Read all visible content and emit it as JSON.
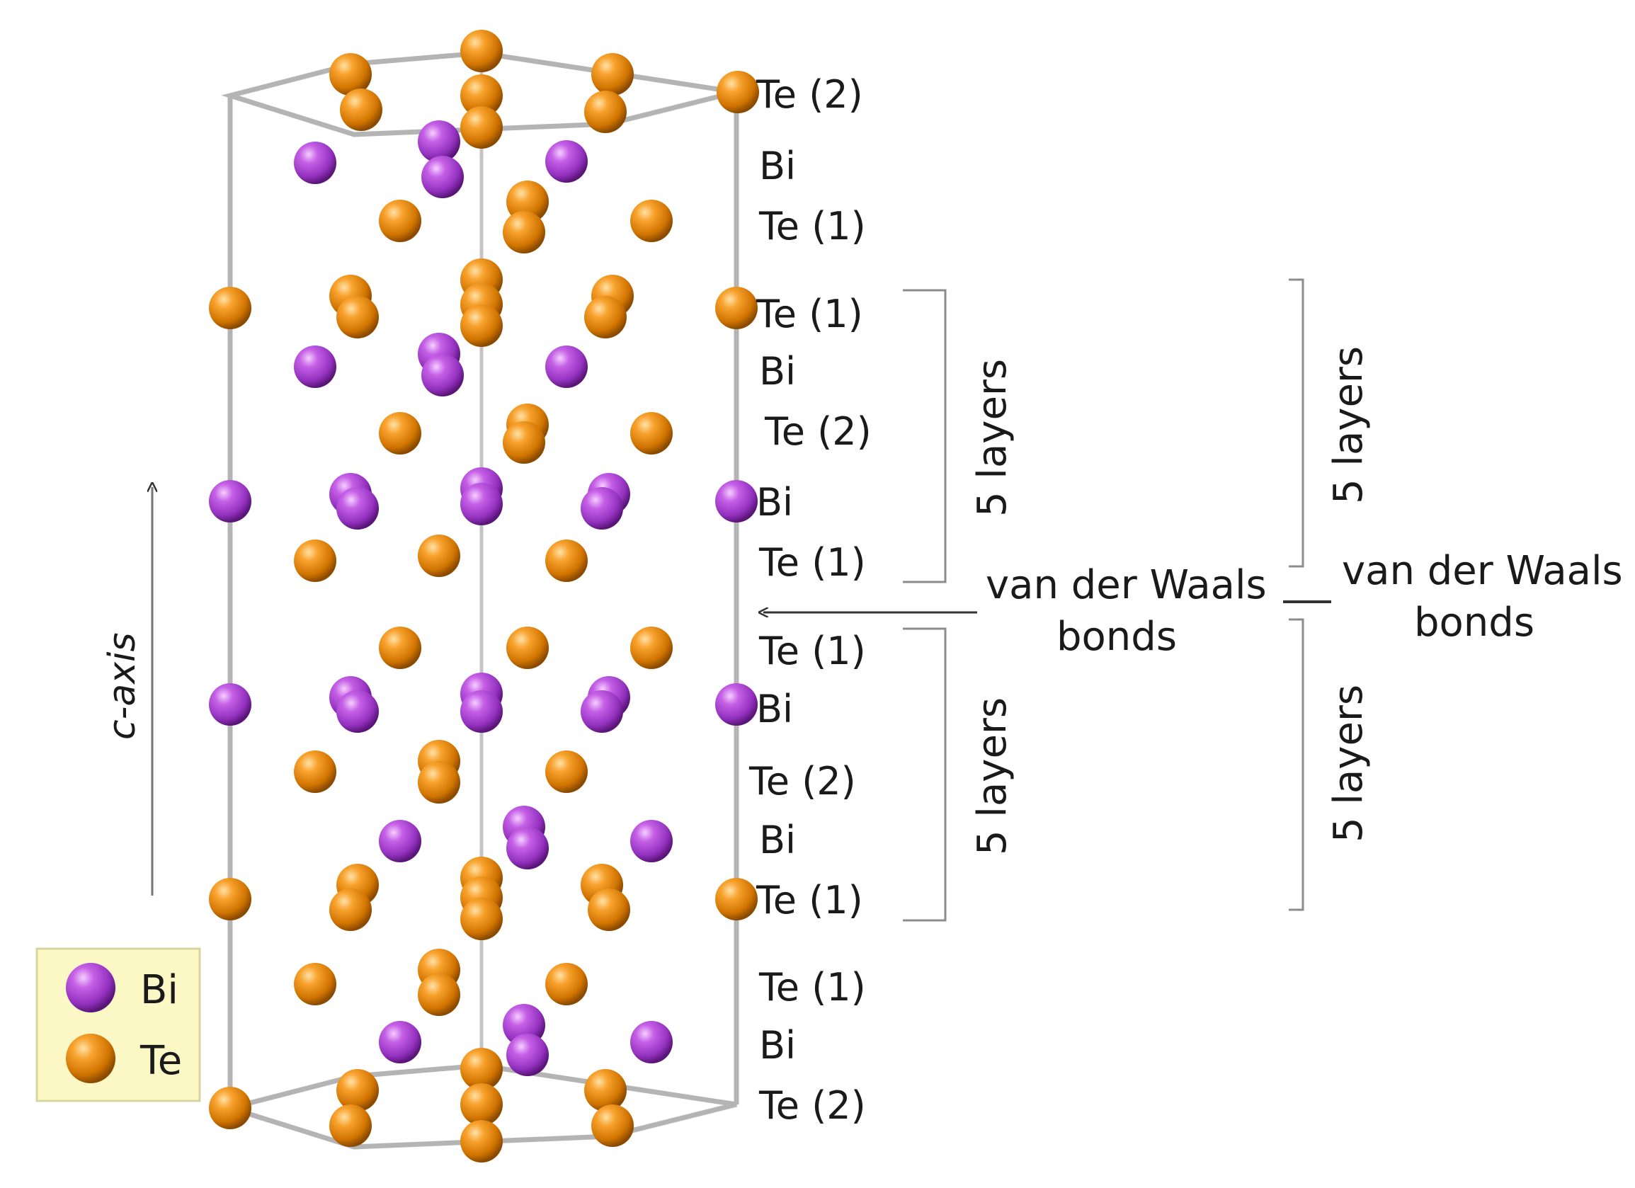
{
  "figure": {
    "layer_labels": [
      "Te (2)",
      "Bi",
      "Te (1)",
      "Te (1)",
      "Bi",
      "Te (2)",
      "Bi",
      "Te (1)",
      "Te (1)",
      "Bi",
      "Te (2)",
      "Bi",
      "Te (1)",
      "Te (1)",
      "Bi",
      "Te (2)"
    ],
    "axis_label": "c-axis",
    "quintuple_label": "5 layers",
    "vdw_label_line1": "van der Waals",
    "vdw_label_line2": "bonds",
    "legend": [
      {
        "label": "Bi",
        "color": "#a94bd0"
      },
      {
        "label": "Te",
        "color": "#e58a10"
      }
    ],
    "colors": {
      "bi_atom": "#a94bd0",
      "te_atom": "#e58a10",
      "legend_bg": "#fbf8c6",
      "legend_border": "#d8d4a0",
      "unit_cell": "#b4b4b4"
    },
    "icons": [
      "bi-atom-icon",
      "te-atom-icon",
      "arrow-up-icon",
      "arrow-left-icon"
    ]
  }
}
